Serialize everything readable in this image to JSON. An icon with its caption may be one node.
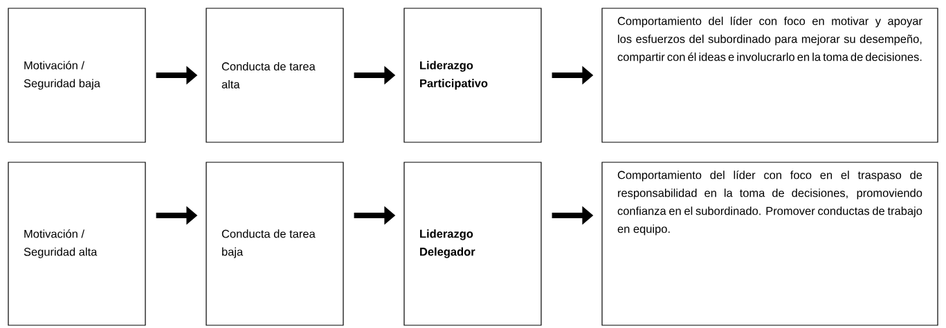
{
  "diagram": {
    "nodes": [
      {
        "text": [
          "Motivación / Seguridad baja"
        ]
      },
      {
        "text": [
          "Conducta de tarea alta"
        ]
      },
      {
        "text": [
          "Liderazgo Participativo"
        ]
      },
      {
        "text": [
          "Comportamiento del líder con foco en motivar y apoyar los esfuerzos del subordinado para mejorar su desempeño, compartir con él ideas e involucrarlo en la toma de decisiones."
        ]
      },
      {
        "text": [
          "Motivación / Seguridad alta"
        ]
      },
      {
        "text": [
          "Conducta de tarea baja"
        ]
      },
      {
        "text": [
          "Liderazgo Delegador"
        ]
      },
      {
        "text": [
          "Comportamiento del líder con foco en el traspaso de responsabilidad en la toma de decisiones, promoviendo confianza en el subordinado. Promover conductas de trabajo en equipo."
        ]
      }
    ],
    "edges": [
      {
        "from": 0,
        "to": 1,
        "arrow": "to"
      },
      {
        "from": 1,
        "to": 2,
        "arrow": "to"
      },
      {
        "from": 2,
        "to": 3,
        "arrow": "to"
      },
      {
        "from": 4,
        "to": 5,
        "arrow": "to"
      },
      {
        "from": 5,
        "to": 6,
        "arrow": "to"
      },
      {
        "from": 6,
        "to": 7,
        "arrow": "to"
      }
    ]
  }
}
